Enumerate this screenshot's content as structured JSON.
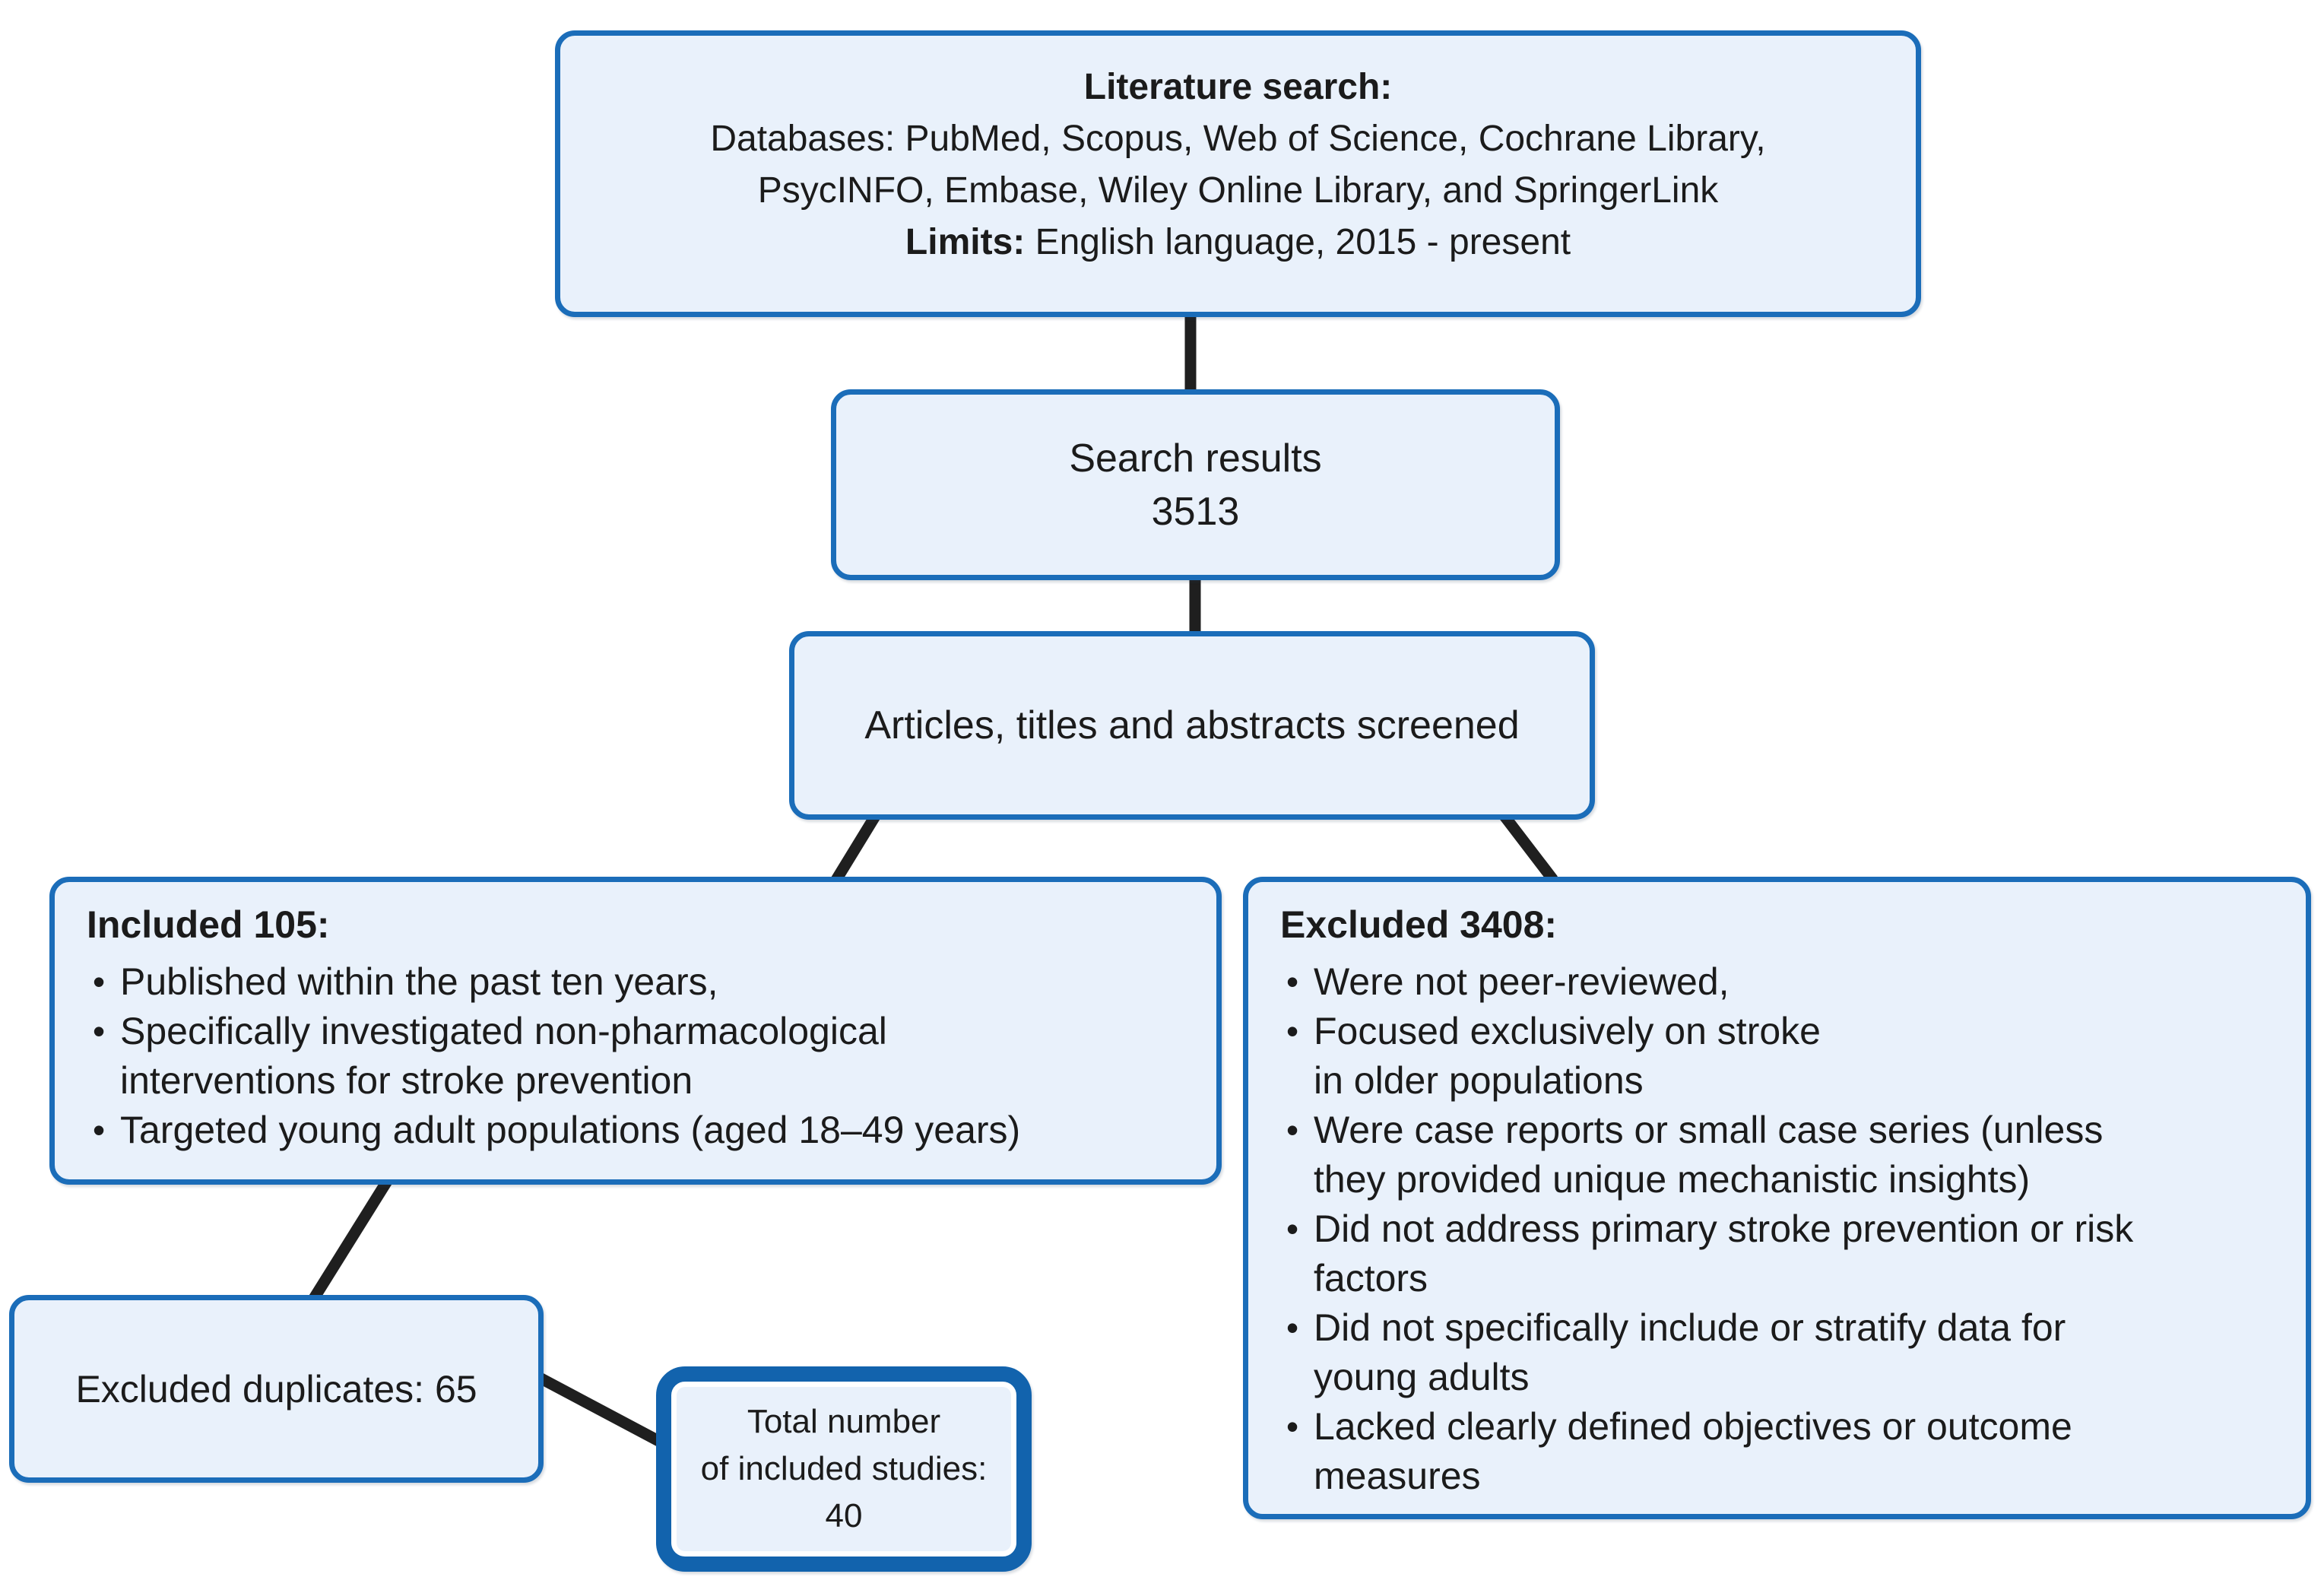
{
  "literature_search": {
    "title": "Literature search:",
    "databases_line1": "Databases: PubMed, Scopus, Web of Science, Cochrane Library,",
    "databases_line2": "PsycINFO, Embase, Wiley Online Library, and SpringerLink",
    "limits_label": "Limits:",
    "limits_text": " English language, 2015 - present"
  },
  "search_results": {
    "label": "Search results",
    "value": "3513"
  },
  "screening": {
    "label": "Articles, titles and abstracts screened"
  },
  "included": {
    "title": "Included 105:",
    "items": [
      "Published within the past ten years,",
      "Specifically investigated non-pharmacological\ninterventions for stroke prevention",
      "Targeted young adult populations (aged 18–49 years)"
    ]
  },
  "excluded": {
    "title": "Excluded 3408:",
    "items": [
      "Were not peer-reviewed,",
      "Focused exclusively on stroke\nin older populations",
      "Were case reports or small case series (unless\nthey provided unique mechanistic insights)",
      "Did not address primary stroke prevention or risk\nfactors",
      "Did not specifically include or stratify data for\nyoung adults",
      "Lacked clearly defined objectives or outcome\nmeasures"
    ]
  },
  "duplicates": {
    "label": "Excluded duplicates: 65"
  },
  "total": {
    "label": "Total number\nof included studies:",
    "value": "40"
  },
  "glyphs": {
    "bullet": "•"
  },
  "colors": {
    "box_fill": "#e9f1fb",
    "box_border": "#1b6db9",
    "total_border": "#1263ad",
    "connector": "#1f1f1f",
    "text": "#1b1b1b"
  }
}
